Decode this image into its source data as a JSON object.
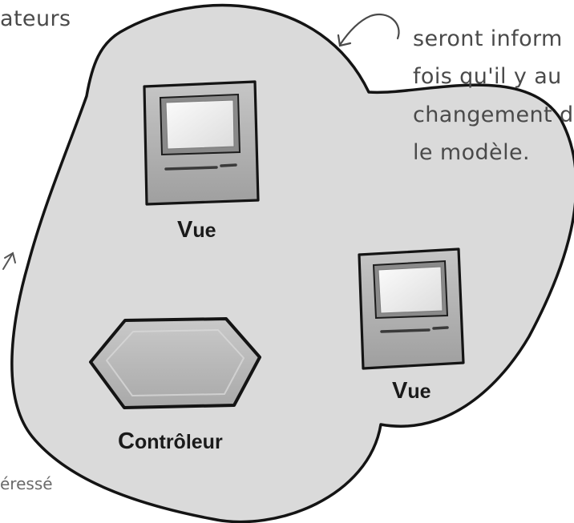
{
  "header": {
    "title_fragment": "ateurs"
  },
  "note": {
    "lines": [
      "seront inform",
      "fois qu'il y au",
      "changement d'",
      "le modèle."
    ]
  },
  "bottom_fragment": "éressé",
  "views": [
    {
      "first_letter": "V",
      "rest": "ue"
    },
    {
      "first_letter": "V",
      "rest": "ue"
    }
  ],
  "controller": {
    "first_letter": "C",
    "rest": "ontrôleur"
  }
}
